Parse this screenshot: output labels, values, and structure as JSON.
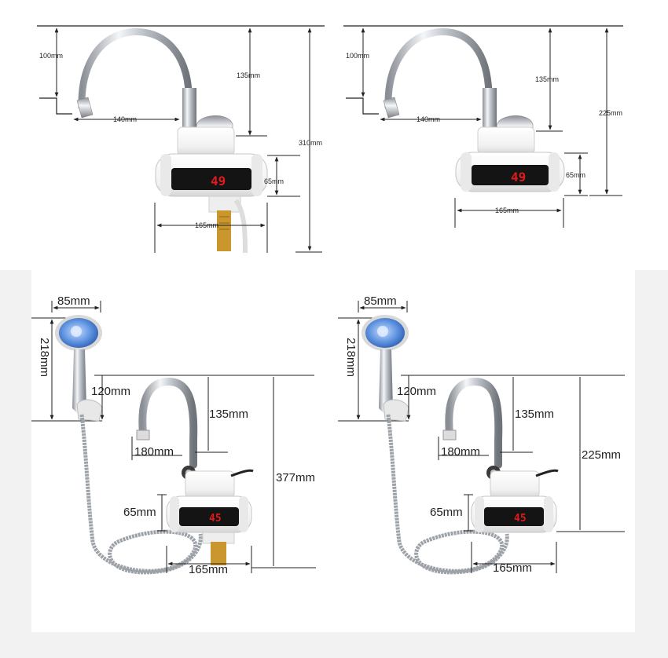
{
  "diagrams": [
    {
      "id": "faucet-tall",
      "dims": {
        "top_gap": "100mm",
        "spout_height": "135mm",
        "overall": "310mm",
        "body_height": "65mm",
        "reach": "140mm",
        "body_width": "165mm"
      },
      "display": "49"
    },
    {
      "id": "faucet-short",
      "dims": {
        "top_gap": "100mm",
        "spout_height": "135mm",
        "overall": "225mm",
        "body_height": "65mm",
        "reach": "140mm",
        "body_width": "165mm"
      },
      "display": "49"
    },
    {
      "id": "shower-tall",
      "dims": {
        "head_width": "85mm",
        "head_length": "218mm",
        "holder_height": "120mm",
        "spout_height": "135mm",
        "reach": "180mm",
        "overall": "377mm",
        "body_height": "65mm",
        "body_width": "165mm"
      },
      "display": "45"
    },
    {
      "id": "shower-short",
      "dims": {
        "head_width": "85mm",
        "head_length": "218mm",
        "holder_height": "120mm",
        "spout_height": "135mm",
        "reach": "180mm",
        "overall": "225mm",
        "body_height": "65mm",
        "body_width": "165mm"
      },
      "display": "45"
    }
  ],
  "colors": {
    "dimension_line": "#222222",
    "display_digits": "#e01b1b",
    "shower_head": "#4d84d6"
  }
}
